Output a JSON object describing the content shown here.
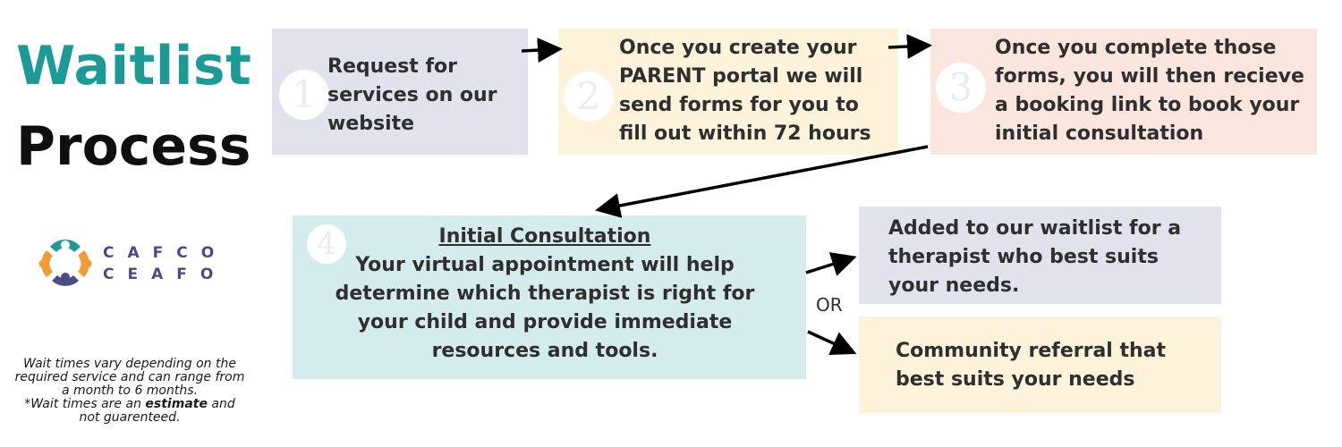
{
  "title": {
    "line1": "Waitlist",
    "line2": "Process"
  },
  "steps": [
    {
      "number": "1",
      "text": "Request for services on our website"
    },
    {
      "number": "2",
      "text": "Once you create your PARENT portal we will send forms for you to fill out within 72 hours"
    },
    {
      "number": "3",
      "text": "Once you complete those forms, you will then recieve a booking link to book your initial consultation"
    },
    {
      "number": "4",
      "heading": "Initial Consultation",
      "text": "Your virtual appointment will help determine which therapist is right for your child and provide immediate resources and tools."
    }
  ],
  "or_label": "OR",
  "outcomes": [
    {
      "text": "Added to our waitlist for a therapist who best suits your needs."
    },
    {
      "text": "Community referral that best suits your needs"
    }
  ],
  "logo": {
    "line1": "CAFCO",
    "line2": "CEAFO"
  },
  "note": {
    "line1": "Wait times vary depending on the required service and can range from a month to 6 months.",
    "line2_prefix": "*Wait times are an",
    "line2_emphasis": "estimate",
    "line2_suffix": "and not guarenteed."
  },
  "colors": {
    "teal": "#1c9a95",
    "purple": "#4b4a8a",
    "orange": "#f29a35",
    "lavender_box": "#e2e2ec",
    "cream_box": "#fdf2da",
    "peach_box": "#fbe6dd",
    "mint_box": "#d5ecec"
  }
}
